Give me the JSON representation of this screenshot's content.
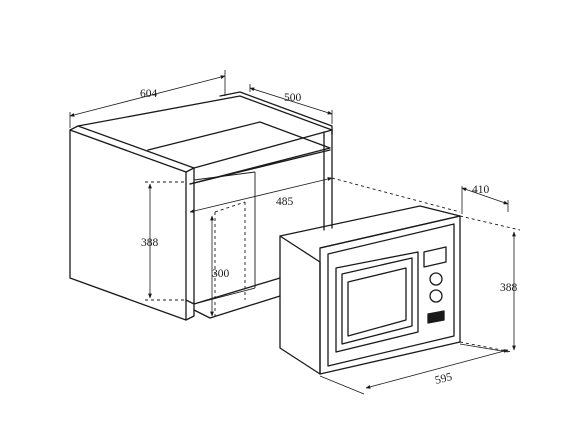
{
  "dimensions": {
    "cabinet_width": "604",
    "cabinet_depth": "500",
    "cabinet_height": "388",
    "inner_depth": "485",
    "opening_height": "300",
    "oven_depth": "410",
    "oven_height": "388",
    "oven_width": "595"
  }
}
